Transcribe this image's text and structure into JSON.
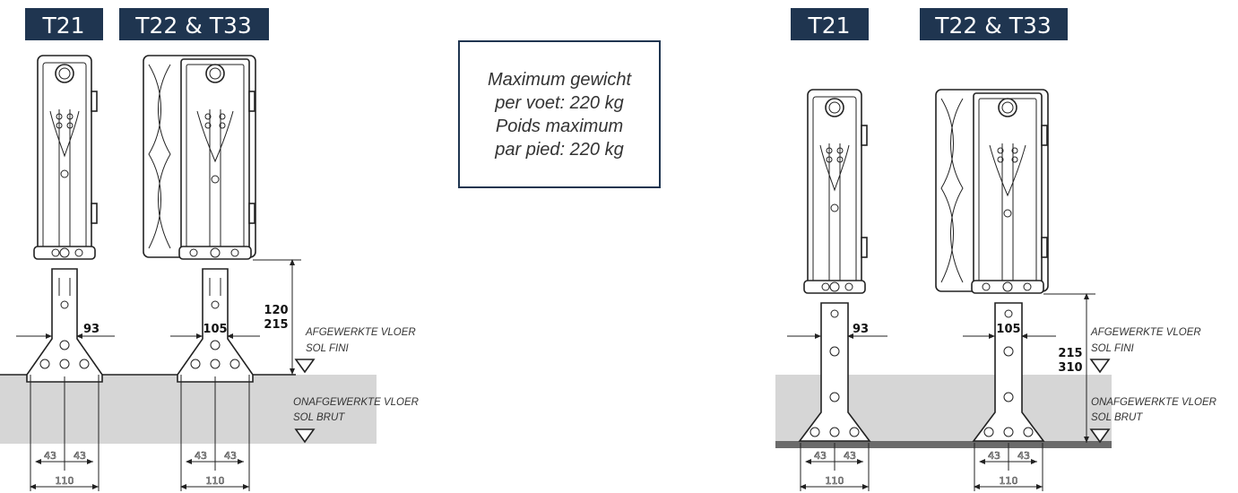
{
  "tags": {
    "left_t21": "T21",
    "left_t22_t33": "T22 & T33",
    "right_t21": "T21",
    "right_t22_t33": "T22 & T33"
  },
  "note": {
    "line1": "Maximum gewicht",
    "line2": "per voet: 220 kg",
    "line3": "Poids maximum",
    "line4": "par pied: 220 kg"
  },
  "left": {
    "width_t21": "93",
    "width_t22": "105",
    "height_top": "120",
    "height_bottom": "215",
    "split_a": "43",
    "split_b": "43",
    "total": "110"
  },
  "right": {
    "width_t21": "93",
    "width_t22": "105",
    "height_top": "215",
    "height_bottom": "310",
    "split_a": "43",
    "split_b": "43",
    "total": "110"
  },
  "labels": {
    "finished_nl": "AFGEWERKTE VLOER",
    "finished_fr": "SOL FINI",
    "raw_nl": "ONAFGEWERKTE VLOER",
    "raw_fr": "SOL BRUT"
  },
  "colors": {
    "tag_bg": "#1f3550",
    "floor_fill": "#d6d6d6",
    "slab_line": "#6b6b6b"
  }
}
